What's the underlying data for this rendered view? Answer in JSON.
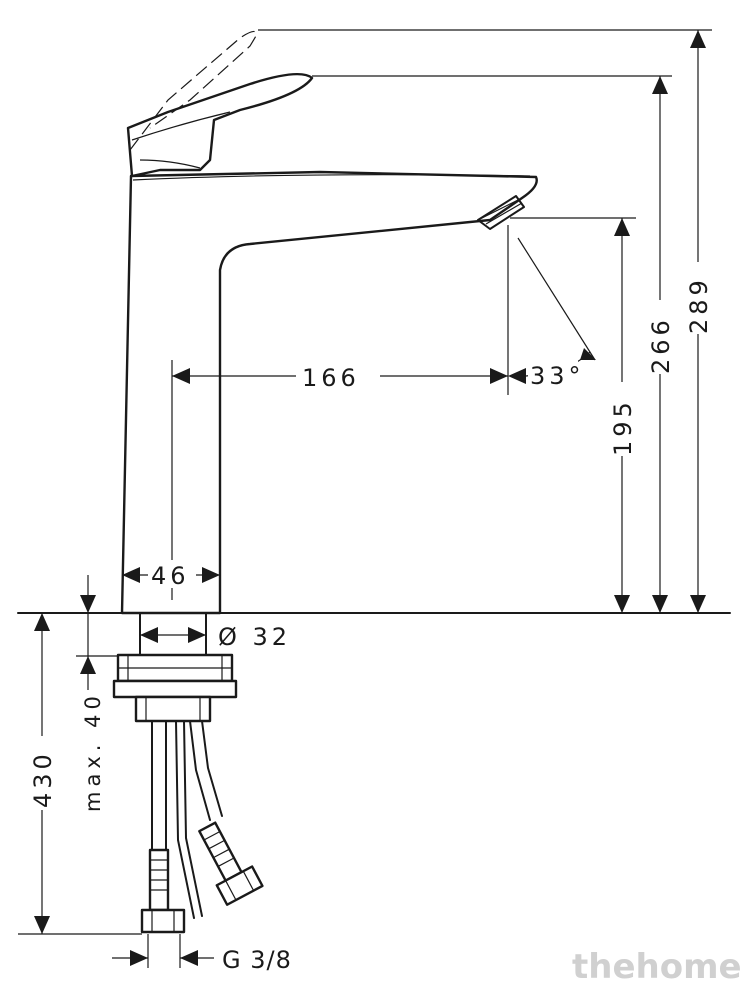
{
  "dimensions": {
    "total_height": "289",
    "lever_height": "266",
    "spout_height": "195",
    "spout_reach": "166",
    "spray_angle": "33°",
    "body_width": "46",
    "shank_diameter": "Ø 32",
    "max_deck_thickness": "max. 40",
    "hose_length": "430",
    "connection_thread": "G 3/8"
  },
  "watermark": "thehome"
}
